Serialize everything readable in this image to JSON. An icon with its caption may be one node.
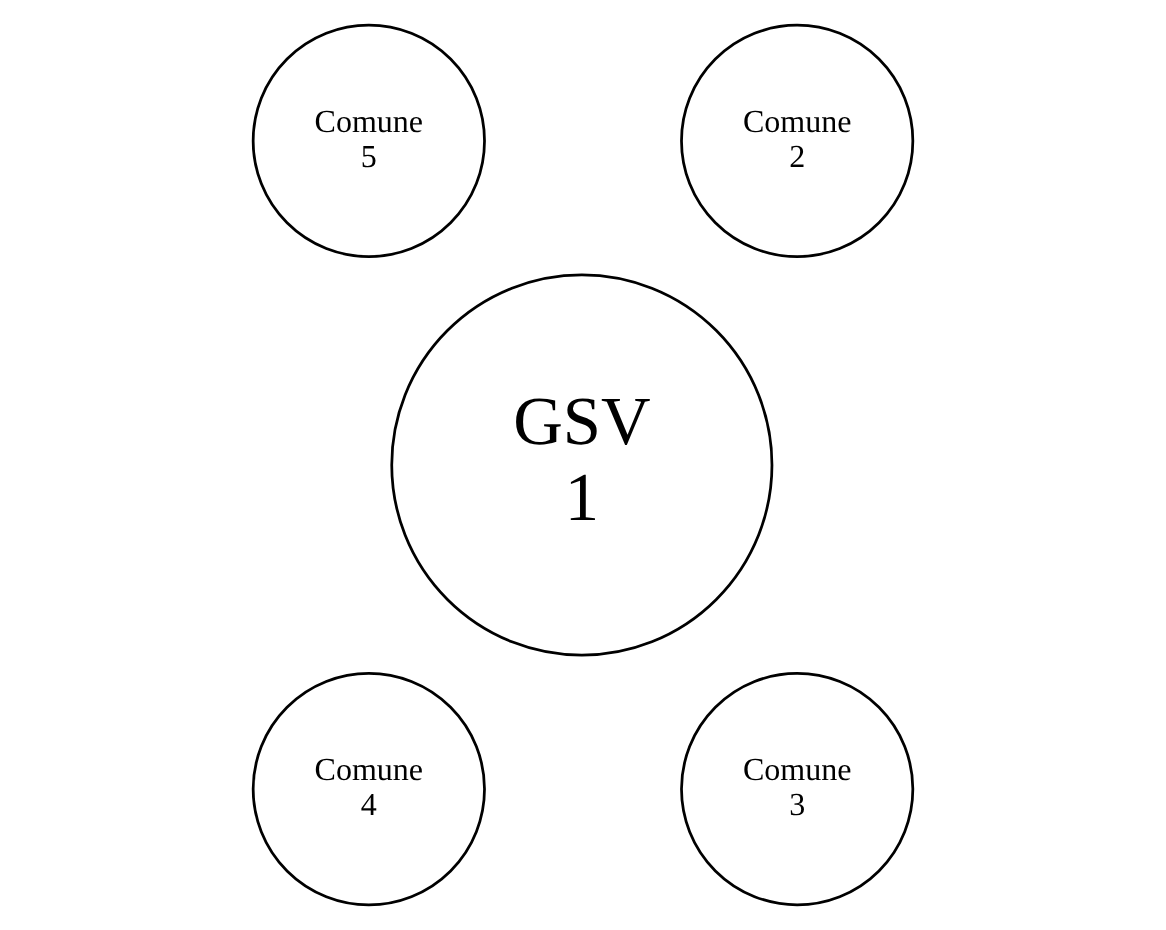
{
  "diagram": {
    "nodes": [
      {
        "text": [
          "Comune 5"
        ]
      },
      {
        "text": [
          "Comune 2"
        ]
      },
      {
        "text": [
          "GSV 1"
        ]
      },
      {
        "text": [
          "Comune 4"
        ]
      },
      {
        "text": [
          "Comune 3"
        ]
      }
    ]
  }
}
